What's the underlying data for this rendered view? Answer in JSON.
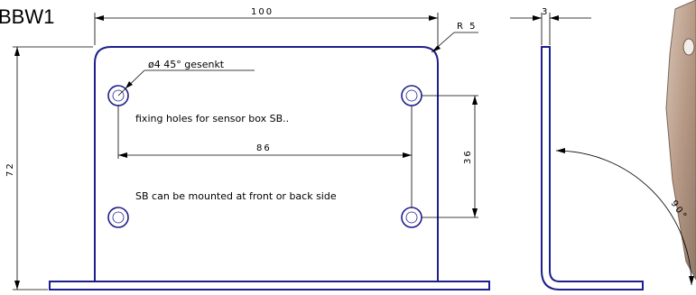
{
  "title": "BBW1",
  "dimensions": {
    "width": "100",
    "height": "72",
    "hole_spacing_x": "86",
    "hole_spacing_y": "36",
    "corner_radius": "R 5",
    "thickness": "3",
    "angle": "90°"
  },
  "notes": {
    "hole_spec": "ø4   45° gesenkt",
    "fixing_holes": "fixing holes for sensor box SB..",
    "mounting": "SB can be mounted at front or back side"
  },
  "colors": {
    "part_outline": "#1e1e8c",
    "dimension_lines": "#000000",
    "photo_metal": "#b79a86"
  }
}
